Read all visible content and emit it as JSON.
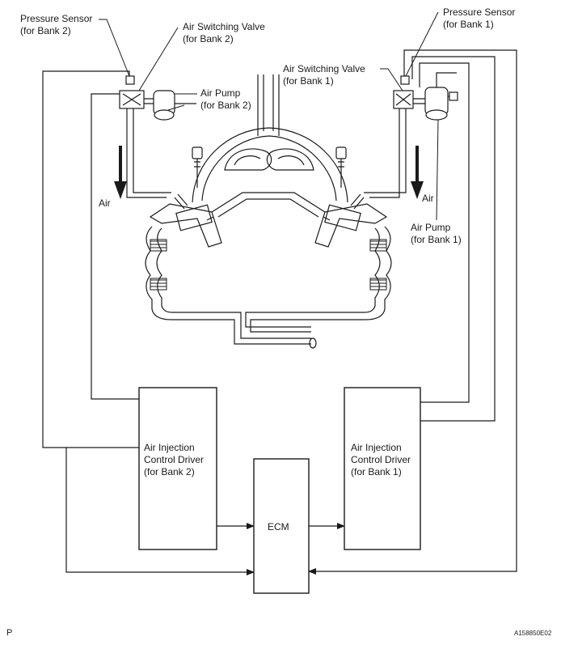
{
  "labels": {
    "pressure_sensor_b2": [
      "Pressure Sensor",
      "(for Bank 2)"
    ],
    "air_switching_valve_b2": [
      "Air Switching Valve",
      "(for Bank 2)"
    ],
    "air_pump_b2": [
      "Air Pump",
      "(for Bank 2)"
    ],
    "pressure_sensor_b1": [
      "Pressure Sensor",
      "(for Bank 1)"
    ],
    "air_switching_valve_b1": [
      "Air Switching Valve",
      "(for Bank 1)"
    ],
    "air_pump_b1": [
      "Air Pump",
      "(for Bank 1)"
    ],
    "air_left": "Air",
    "air_right": "Air"
  },
  "boxes": {
    "driver_b2": [
      "Air Injection",
      "Control Driver",
      "(for Bank 2)"
    ],
    "driver_b1": [
      "Air Injection",
      "Control Driver",
      "(for Bank 1)"
    ],
    "ecm": "ECM"
  },
  "footer": {
    "left_code": "P",
    "right_code": "A158850E02"
  }
}
